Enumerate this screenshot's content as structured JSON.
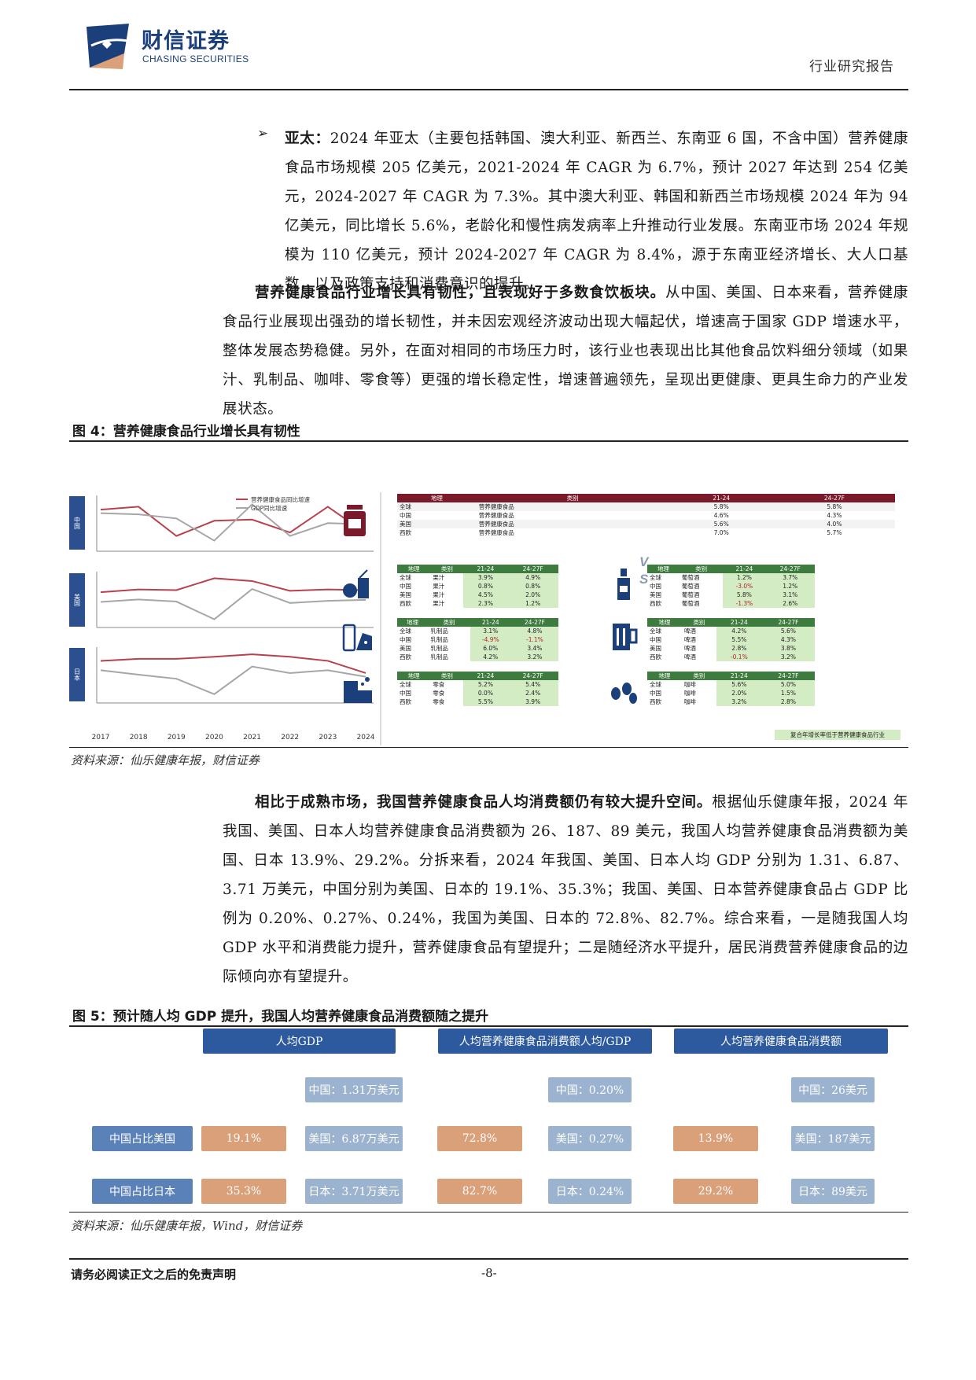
{
  "header": {
    "brand_cn": "财信证券",
    "brand_en": "CHASING SECURITIES",
    "report_type": "行业研究报告"
  },
  "bullet": {
    "mark": "➢",
    "lead": "亚太：",
    "text": "2024 年亚太（主要包括韩国、澳大利亚、新西兰、东南亚 6 国，不含中国）营养健康食品市场规模 205 亿美元，2021-2024 年 CAGR 为 6.7%，预计 2027 年达到 254 亿美元，2024-2027 年 CAGR 为 7.3%。其中澳大利亚、韩国和新西兰市场规模 2024 年为 94 亿美元，同比增长 5.6%，老龄化和慢性病发病率上升推动行业发展。东南亚市场 2024 年规模为 110 亿美元，预计 2024-2027 年 CAGR 为 8.4%，源于东南亚经济增长、大人口基数，以及政策支持和消费意识的提升。"
  },
  "para1": {
    "lead": "营养健康食品行业增长具有韧性，且表现好于多数食饮板块。",
    "text": "从中国、美国、日本来看，营养健康食品行业展现出强劲的增长韧性，并未因宏观经济波动出现大幅起伏，增速高于国家 GDP 增速水平，整体发展态势稳健。另外，在面对相同的市场压力时，该行业也表现出比其他食品饮料细分领域（如果汁、乳制品、咖啡、零食等）更强的增长稳定性，增速普遍领先，呈现出更健康、更具生命力的产业发展状态。"
  },
  "fig4": {
    "title": "图 4：营养健康食品行业增长具有韧性",
    "source": "资料来源：仙乐健康年报，财信证券",
    "legend": [
      "营养健康食品同比增速",
      "GDP同比增速"
    ],
    "panels": [
      "中国",
      "美国",
      "日本"
    ],
    "years": [
      "2017",
      "2018",
      "2019",
      "2020",
      "2021",
      "2022",
      "2023",
      "2024"
    ],
    "vs": "V\nS",
    "note": "复合年增长率低于营养健康食品行业",
    "main_table": {
      "headers": [
        "地理",
        "类别",
        "21-24",
        "24-27F"
      ],
      "rows": [
        [
          "全球",
          "营养健康食品",
          "5.8%",
          "5.8%"
        ],
        [
          "中国",
          "营养健康食品",
          "4.6%",
          "4.3%"
        ],
        [
          "美国",
          "营养健康食品",
          "5.6%",
          "4.0%"
        ],
        [
          "西欧",
          "营养健康食品",
          "7.0%",
          "5.7%"
        ]
      ]
    },
    "cat_tables": [
      {
        "headers": [
          "地理",
          "类别",
          "21-24",
          "24-27F"
        ],
        "rows": [
          [
            "全球",
            "果汁",
            "3.9%",
            "4.9%"
          ],
          [
            "中国",
            "果汁",
            "0.8%",
            "0.8%"
          ],
          [
            "美国",
            "果汁",
            "4.5%",
            "2.0%"
          ],
          [
            "西欧",
            "果汁",
            "2.3%",
            "1.2%"
          ]
        ]
      },
      {
        "headers": [
          "地理",
          "类别",
          "21-24",
          "24-27F"
        ],
        "rows": [
          [
            "全球",
            "乳制品",
            "3.1%",
            "4.8%"
          ],
          [
            "中国",
            "乳制品",
            "-4.9%",
            "-1.1%"
          ],
          [
            "美国",
            "乳制品",
            "6.0%",
            "3.4%"
          ],
          [
            "西欧",
            "乳制品",
            "4.2%",
            "3.2%"
          ]
        ]
      },
      {
        "headers": [
          "地理",
          "类别",
          "21-24",
          "24-27F"
        ],
        "rows": [
          [
            "全球",
            "零食",
            "5.2%",
            "5.4%"
          ],
          [
            "中国",
            "零食",
            "0.0%",
            "2.4%"
          ],
          [
            "西欧",
            "零食",
            "5.5%",
            "3.9%"
          ]
        ]
      },
      {
        "headers": [
          "地理",
          "类别",
          "21-24",
          "24-27F"
        ],
        "rows": [
          [
            "全球",
            "葡萄酒",
            "1.2%",
            "3.7%"
          ],
          [
            "中国",
            "葡萄酒",
            "-3.0%",
            "1.2%"
          ],
          [
            "美国",
            "葡萄酒",
            "5.8%",
            "3.1%"
          ],
          [
            "西欧",
            "葡萄酒",
            "-1.3%",
            "2.6%"
          ]
        ]
      },
      {
        "headers": [
          "地理",
          "类别",
          "21-24",
          "24-27F"
        ],
        "rows": [
          [
            "全球",
            "啤酒",
            "4.2%",
            "5.6%"
          ],
          [
            "中国",
            "啤酒",
            "5.5%",
            "4.3%"
          ],
          [
            "美国",
            "啤酒",
            "2.8%",
            "3.8%"
          ],
          [
            "西欧",
            "啤酒",
            "-0.1%",
            "3.2%"
          ]
        ]
      },
      {
        "headers": [
          "地理",
          "类别",
          "21-24",
          "24-27F"
        ],
        "rows": [
          [
            "全球",
            "咖啡",
            "5.6%",
            "5.0%"
          ],
          [
            "中国",
            "咖啡",
            "2.0%",
            "1.5%"
          ],
          [
            "西欧",
            "咖啡",
            "3.2%",
            "2.8%"
          ]
        ]
      }
    ]
  },
  "chart_data": [
    {
      "type": "line",
      "panel": "中国",
      "x": [
        "2017",
        "2018",
        "2019",
        "2020",
        "2021",
        "2022",
        "2023",
        "2024"
      ],
      "series": [
        {
          "name": "营养健康食品同比增速",
          "values": [
            7.5,
            8.0,
            3.0,
            5.6,
            5.8,
            3.6,
            8.0,
            3.5
          ]
        },
        {
          "name": "GDP同比增速",
          "values": [
            6.9,
            6.7,
            6.0,
            2.2,
            8.4,
            3.0,
            5.2,
            5.0
          ]
        }
      ]
    },
    {
      "type": "line",
      "panel": "美国",
      "x": [
        "2017",
        "2018",
        "2019",
        "2020",
        "2021",
        "2022",
        "2023",
        "2024"
      ],
      "series": [
        {
          "name": "营养健康食品同比增速",
          "values": [
            5.0,
            5.8,
            5.6,
            9.0,
            8.2,
            5.4,
            5.8,
            5.6
          ]
        },
        {
          "name": "GDP同比增速",
          "values": [
            2.2,
            2.9,
            2.3,
            -2.8,
            5.9,
            1.9,
            2.5,
            2.8
          ]
        }
      ]
    },
    {
      "type": "line",
      "panel": "日本",
      "x": [
        "2017",
        "2018",
        "2019",
        "2020",
        "2021",
        "2022",
        "2023",
        "2024"
      ],
      "series": [
        {
          "name": "营养健康食品同比增速",
          "values": [
            4.0,
            4.5,
            4.5,
            5.0,
            5.6,
            5.0,
            4.0,
            1.0
          ]
        },
        {
          "name": "GDP同比增速",
          "values": [
            1.7,
            0.6,
            -0.4,
            -4.2,
            2.6,
            1.0,
            1.7,
            0.1
          ]
        }
      ]
    }
  ],
  "para2": {
    "lead": "相比于成熟市场，我国营养健康食品人均消费额仍有较大提升空间。",
    "text": "根据仙乐健康年报，2024 年我国、美国、日本人均营养健康食品消费额为 26、187、89 美元，我国人均营养健康食品消费额为美国、日本 13.9%、29.2%。分拆来看，2024 年我国、美国、日本人均 GDP 分别为 1.31、6.87、3.71 万美元，中国分别为美国、日本的 19.1%、35.3%；我国、美国、日本营养健康食品占 GDP 比例为 0.20%、0.27%、0.24%，我国为美国、日本的 72.8%、82.7%。综合来看，一是随我国人均 GDP 水平和消费能力提升，营养健康食品有望提升；二是随经济水平提升，居民消费营养健康食品的边际倾向亦有望提升。"
  },
  "fig5": {
    "title": "图 5：预计随人均 GDP 提升，我国人均营养健康食品消费额随之提升",
    "source": "资料来源：仙乐健康年报，Wind，财信证券",
    "headers": [
      "人均GDP",
      "人均营养健康食品消费额人均/GDP",
      "人均营养健康食品消费额"
    ],
    "row_labels": [
      "中国占比美国",
      "中国占比日本"
    ],
    "gdp": [
      "中国：1.31万美元",
      "美国：6.87万美元",
      "日本：3.71万美元"
    ],
    "ratio": [
      "中国：0.20%",
      "美国：0.27%",
      "日本：0.24%"
    ],
    "consume": [
      "中国：26美元",
      "美国：187美元",
      "日本：89美元"
    ],
    "pct_gdp": [
      "19.1%",
      "35.3%"
    ],
    "pct_ratio": [
      "72.8%",
      "82.7%"
    ],
    "pct_consume": [
      "13.9%",
      "29.2%"
    ]
  },
  "footer": {
    "disclaimer": "请务必阅读正文之后的免责声明",
    "page": "-8-"
  },
  "colors": {
    "brand_blue": "#1b3f7a",
    "health_line": "#b8404f",
    "gdp_line": "#a6a6a6",
    "table_header_red": "#7b1a2b",
    "table_header_green": "#3d7b3e",
    "highlight_green": "#d4ecc4",
    "box_blue": "#2d5a9e",
    "box_orange": "#d9a07a",
    "box_light": "#9bb3cf"
  }
}
